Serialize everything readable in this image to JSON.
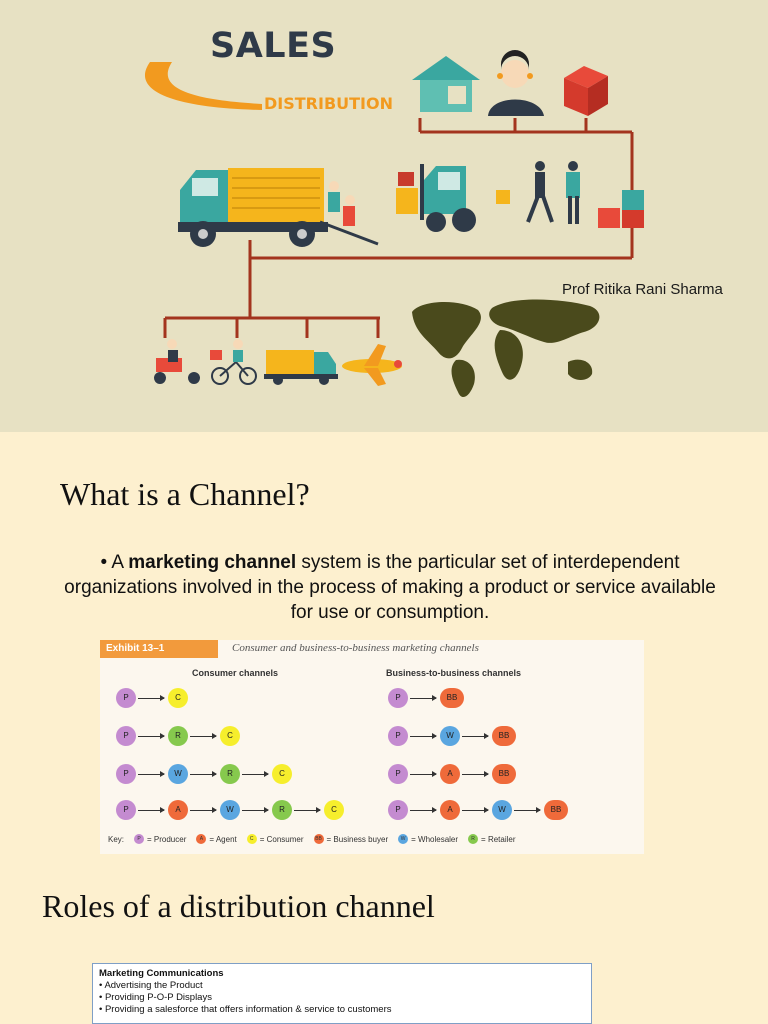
{
  "cover": {
    "title": "SALES",
    "subtitle": "DISTRIBUTION",
    "author": "Prof Ritika Rani Sharma",
    "colors": {
      "background": "#e7e1c3",
      "orange": "#f29a1f",
      "teal": "#3aa7a0",
      "navy": "#2f3a48",
      "line": "#a3341e",
      "map": "#4a4a1c"
    }
  },
  "channel_section": {
    "heading": "What is a Channel?",
    "bullet_prefix": "• A ",
    "bullet_bold": "marketing channel",
    "bullet_rest": " system is the particular set of interdependent organizations involved in the process of making a product or service available for use or consumption."
  },
  "exhibit": {
    "tag": "Exhibit 13–1",
    "title": "Consumer and business-to-business marketing channels",
    "consumer_heading": "Consumer channels",
    "b2b_heading": "Business-to-business channels",
    "consumer_rows": [
      [
        "P",
        "C"
      ],
      [
        "P",
        "R",
        "C"
      ],
      [
        "P",
        "W",
        "R",
        "C"
      ],
      [
        "P",
        "A",
        "W",
        "R",
        "C"
      ]
    ],
    "b2b_rows": [
      [
        "P",
        "BB"
      ],
      [
        "P",
        "W",
        "BB"
      ],
      [
        "P",
        "A",
        "BB"
      ],
      [
        "P",
        "A",
        "W",
        "BB"
      ]
    ],
    "node_colors": {
      "P": "#c48bd0",
      "C": "#f6ee2c",
      "R": "#86c94d",
      "W": "#5aa6e0",
      "A": "#ef6a3a",
      "BB": "#ef6a3a"
    },
    "key_label": "Key:",
    "key": [
      {
        "code": "P",
        "label": "= Producer"
      },
      {
        "code": "A",
        "label": "= Agent"
      },
      {
        "code": "C",
        "label": "= Consumer"
      },
      {
        "code": "BB",
        "label": "= Business buyer"
      },
      {
        "code": "W",
        "label": "= Wholesaler"
      },
      {
        "code": "R",
        "label": "= Retailer"
      }
    ]
  },
  "roles_section": {
    "heading": "Roles of a distribution channel",
    "box_title": "Marketing Communications",
    "items": [
      "• Advertising the Product",
      "• Providing P-O-P Displays",
      "• Providing a salesforce that offers information & service to customers"
    ]
  }
}
